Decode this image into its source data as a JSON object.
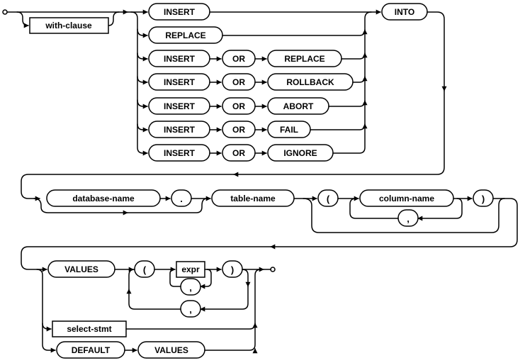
{
  "diagram": {
    "kind": "railroad-syntax-diagram",
    "terminals": {
      "insert": "INSERT",
      "replace": "REPLACE",
      "or": "OR",
      "rollback": "ROLLBACK",
      "abort": "ABORT",
      "fail": "FAIL",
      "ignore": "IGNORE",
      "into": "INTO",
      "dot": ".",
      "lparen": "(",
      "rparen": ")",
      "comma": ",",
      "values": "VALUES",
      "default": "DEFAULT"
    },
    "nonterminals": {
      "with_clause": "with-clause",
      "database_name": "database-name",
      "table_name": "table-name",
      "column_name": "column-name",
      "expr": "expr",
      "select_stmt": "select-stmt"
    }
  }
}
